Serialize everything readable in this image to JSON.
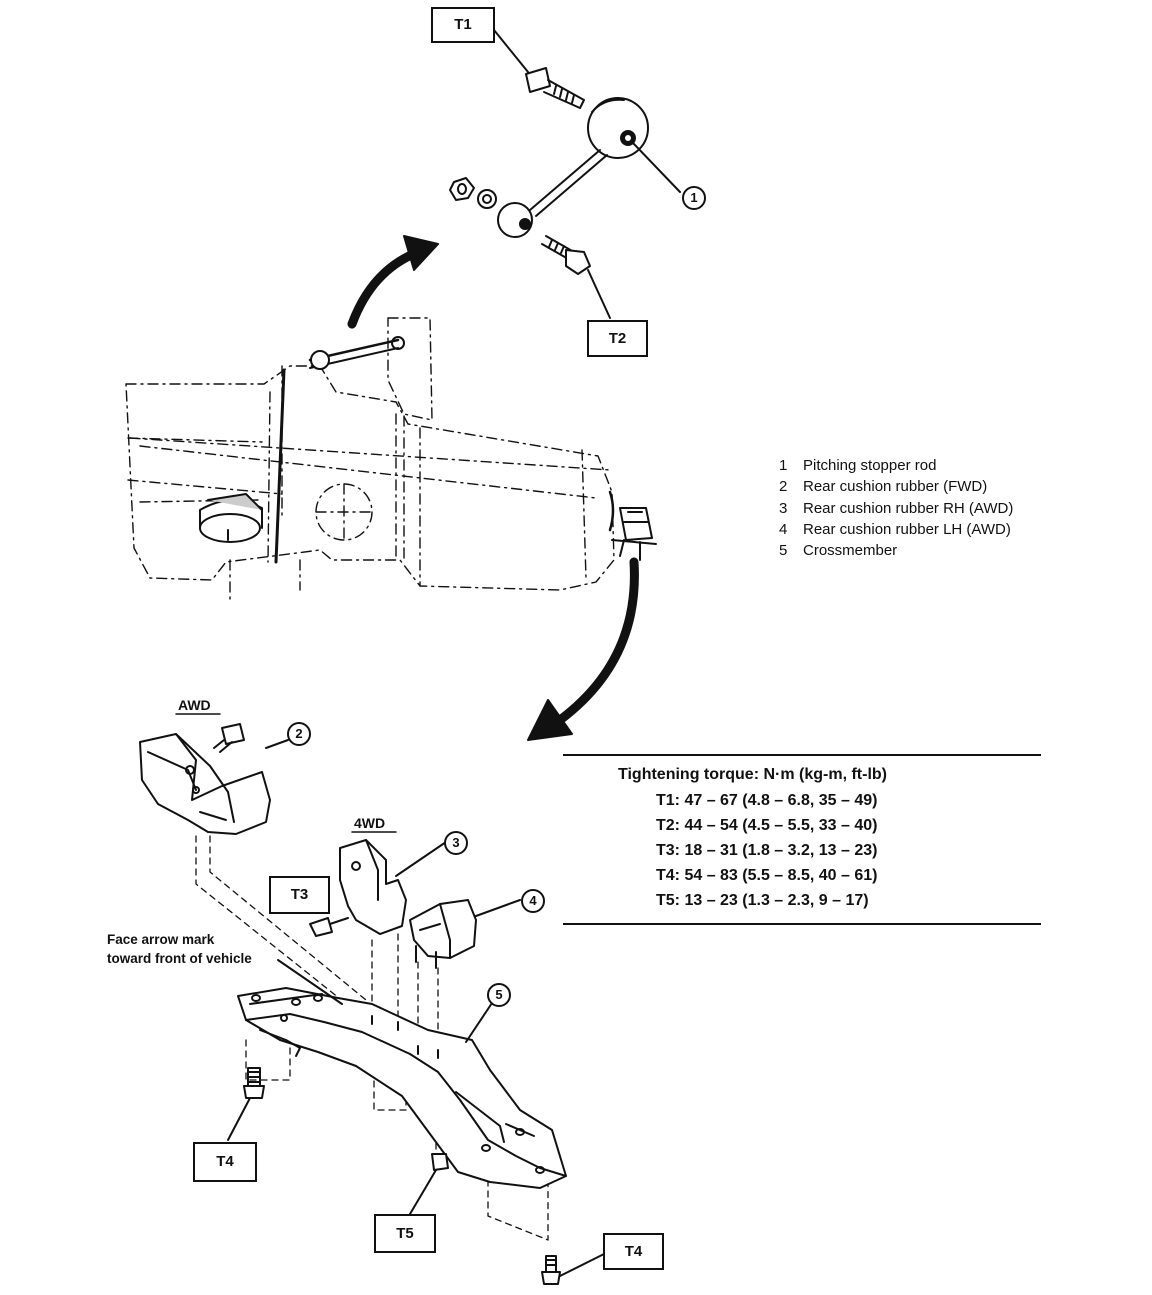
{
  "torque_boxes": {
    "t1_top": "T1",
    "t2_top": "T2",
    "t3": "T3",
    "t4_left": "T4",
    "t5": "T5",
    "t4_right": "T4"
  },
  "legend": [
    {
      "num": "1",
      "text": "Pitching stopper rod"
    },
    {
      "num": "2",
      "text": "Rear cushion rubber (FWD)"
    },
    {
      "num": "3",
      "text": "Rear cushion rubber RH (AWD)"
    },
    {
      "num": "4",
      "text": "Rear cushion rubber LH (AWD)"
    },
    {
      "num": "5",
      "text": "Crossmember"
    }
  ],
  "torque_table": {
    "heading": "Tightening torque:  N·m (kg-m, ft-lb)",
    "rows": [
      "T1:  47 – 67 (4.8 – 6.8, 35 – 49)",
      "T2:  44 – 54 (4.5 – 5.5, 33 – 40)",
      "T3:  18 – 31 (1.8 – 3.2, 13 – 23)",
      "T4:  54 – 83 (5.5 – 8.5, 40 – 61)",
      "T5:  13 – 23 (1.3 – 2.3, 9 – 17)"
    ]
  },
  "labels": {
    "awd": "AWD",
    "fourwd": "4WD",
    "face_arrow_line1": "Face arrow mark",
    "face_arrow_line2": "toward front of vehicle"
  },
  "circled_numbers": {
    "c1": "1",
    "c2": "2",
    "c3": "3",
    "c4": "4",
    "c5": "5"
  }
}
